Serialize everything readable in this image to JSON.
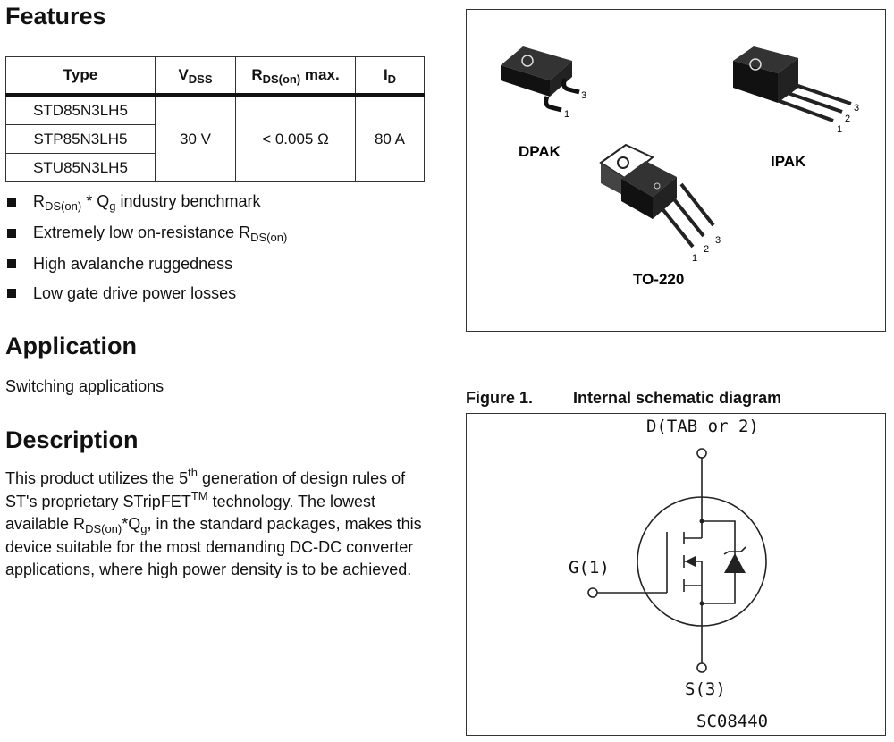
{
  "features": {
    "heading": "Features",
    "table": {
      "headers": {
        "type": "Type",
        "vdss_main": "V",
        "vdss_sub": "DSS",
        "rds_main": "R",
        "rds_sub": "DS(on)",
        "rds_suffix": " max.",
        "id_main": "I",
        "id_sub": "D"
      },
      "types": [
        "STD85N3LH5",
        "STP85N3LH5",
        "STU85N3LH5"
      ],
      "vdss": "30 V",
      "rds": "< 0.005 Ω",
      "id": "80 A"
    },
    "bullets": [
      {
        "a": "R",
        "a_sub": "DS(on)",
        "b": " * Q",
        "b_sub": "g",
        "c": " industry benchmark"
      },
      {
        "a": "Extremely low on-resistance R",
        "a_sub": "DS(on)"
      },
      {
        "a": "High avalanche ruggedness"
      },
      {
        "a": "Low gate drive power losses"
      }
    ]
  },
  "application": {
    "heading": "Application",
    "text": "Switching applications"
  },
  "description": {
    "heading": "Description",
    "p1": "This product utilizes the 5",
    "p1_sup": "th",
    "p2": " generation of design rules of ST's proprietary STripFET",
    "p2_sup": "TM",
    "p3": " technology. The lowest available R",
    "p3_sub": "DS(on)",
    "p4": "*Q",
    "p4_sub": "g",
    "p5": ", in the standard packages, makes this device suitable for the most demanding DC-DC converter applications, where high power density is to be achieved."
  },
  "packages": {
    "dpak": {
      "label": "DPAK",
      "pins": [
        "1",
        "3"
      ]
    },
    "ipak": {
      "label": "IPAK",
      "pins": [
        "1",
        "2",
        "3"
      ]
    },
    "to220": {
      "label": "TO-220",
      "pins": [
        "1",
        "2",
        "3"
      ]
    }
  },
  "figure": {
    "number": "Figure 1.",
    "title": "Internal schematic diagram",
    "drain": "D(TAB or 2)",
    "gate": "G(1)",
    "source": "S(3)",
    "code": "SC08440"
  }
}
